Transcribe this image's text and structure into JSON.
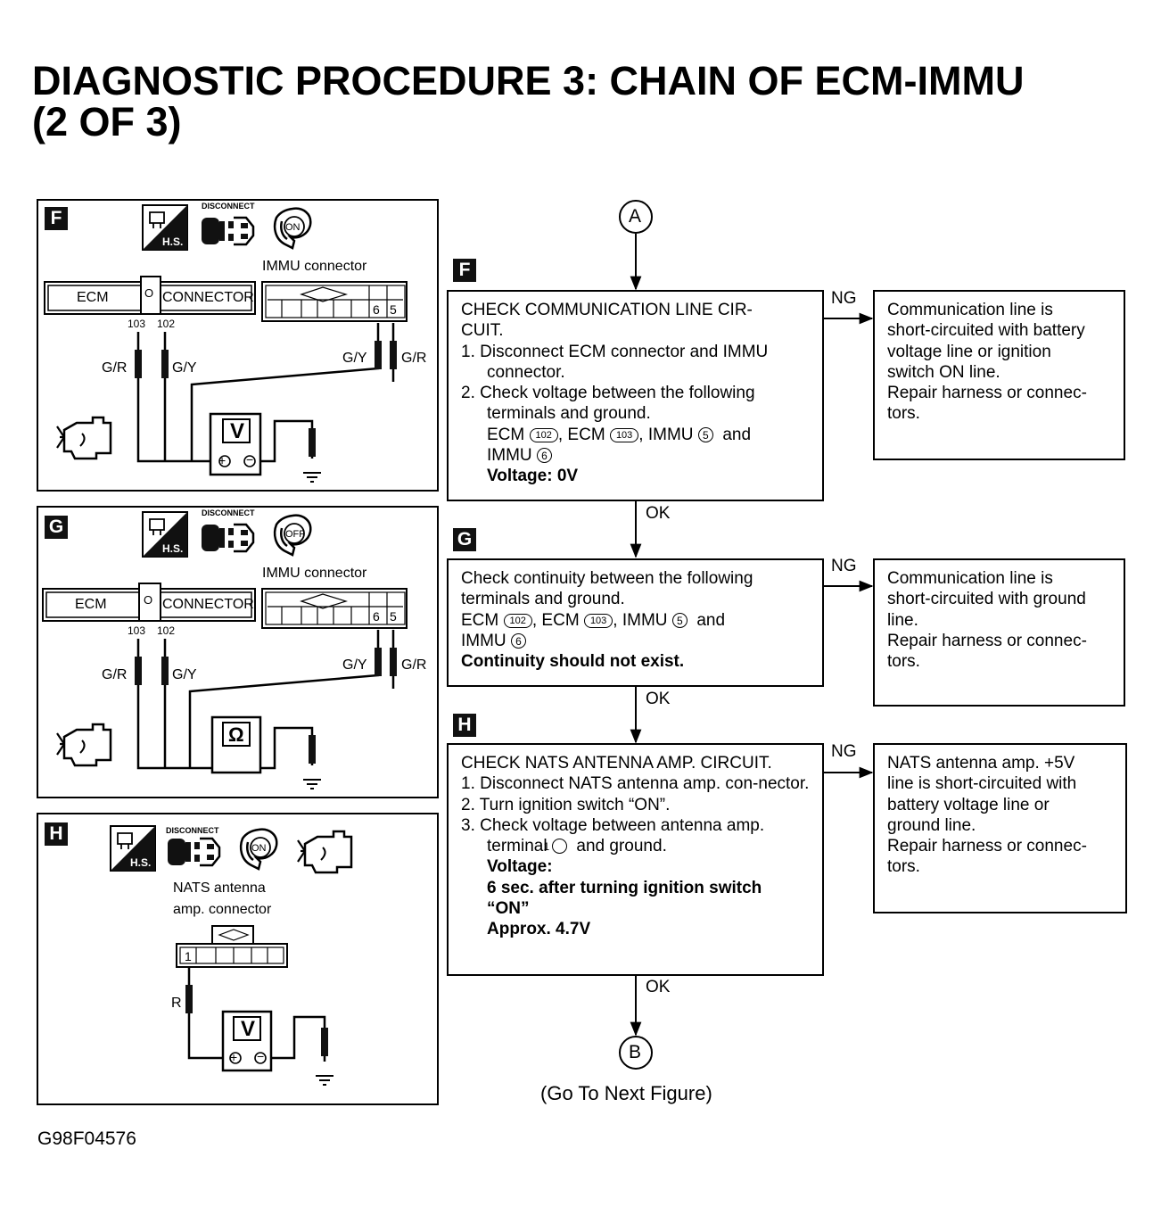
{
  "title": {
    "line1": "DIAGNOSTIC PROCEDURE 3: CHAIN OF ECM-IMMU",
    "line2": "(2 OF 3)"
  },
  "connectors": {
    "A": "A",
    "B": "B"
  },
  "flow_labels": {
    "ng": "NG",
    "ok": "OK",
    "go_next": "(Go To Next Figure)"
  },
  "steps": [
    {
      "id": "F",
      "lines": [
        "CHECK COMMUNICATION LINE CIR-",
        "CUIT.",
        "1.  Disconnect ECM connector and IMMU connector.",
        "2.  Check voltage between the following terminals and ground.",
        "ECM",
        ", ECM",
        ", IMMU",
        "and",
        "IMMU",
        "Voltage: 0V"
      ],
      "result_ng": [
        "Communication line is",
        "short-circuited with battery",
        "voltage line or ignition",
        "switch ON line.",
        "Repair harness or connec-",
        "tors."
      ]
    },
    {
      "id": "G",
      "lines": [
        "Check continuity between the following",
        "terminals and ground.",
        "ECM",
        ", ECM",
        ", IMMU",
        "and",
        "IMMU",
        "Continuity should not exist."
      ],
      "result_ng": [
        "Communication line is",
        "short-circuited with ground",
        "line.",
        "Repair harness or connec-",
        "tors."
      ]
    },
    {
      "id": "H",
      "lines": [
        "CHECK NATS ANTENNA AMP. CIRCUIT.",
        "1.  Disconnect NATS antenna amp. con-nector.",
        "2.  Turn ignition switch “ON”.",
        "3.  Check voltage between antenna amp. terminal",
        "and ground.",
        "Voltage:",
        "6 sec. after turning ignition switch",
        "“ON”",
        "Approx. 4.7V"
      ],
      "result_ng": [
        "NATS antenna amp. +5V",
        "line is short-circuited with",
        "battery voltage line or",
        "ground line.",
        "Repair harness or connec-",
        "tors."
      ]
    }
  ],
  "terminal_numbers": {
    "ecm_a": "102",
    "ecm_b": "103",
    "immu_a": "5",
    "immu_b": "6",
    "antenna": "1"
  },
  "diagrams": {
    "ecm_label": "ECM",
    "connector_label": "CONNECTOR",
    "immu_connector": "IMMU  connector",
    "pin_103": "103",
    "pin_102": "102",
    "wire_gr": "G/R",
    "wire_gy": "G/Y",
    "wire_r": "R",
    "pin_6": "6",
    "pin_5": "5",
    "pin_1": "1",
    "disconnect": "DISCONNECT",
    "hs": "H.S.",
    "on": "ON",
    "off": "OFF",
    "meter_v": "V",
    "meter_ohm": "Ω",
    "nats_conn_1": "NATS  antenna",
    "nats_conn_2": "amp.  connector"
  },
  "figure_id": "G98F04576"
}
